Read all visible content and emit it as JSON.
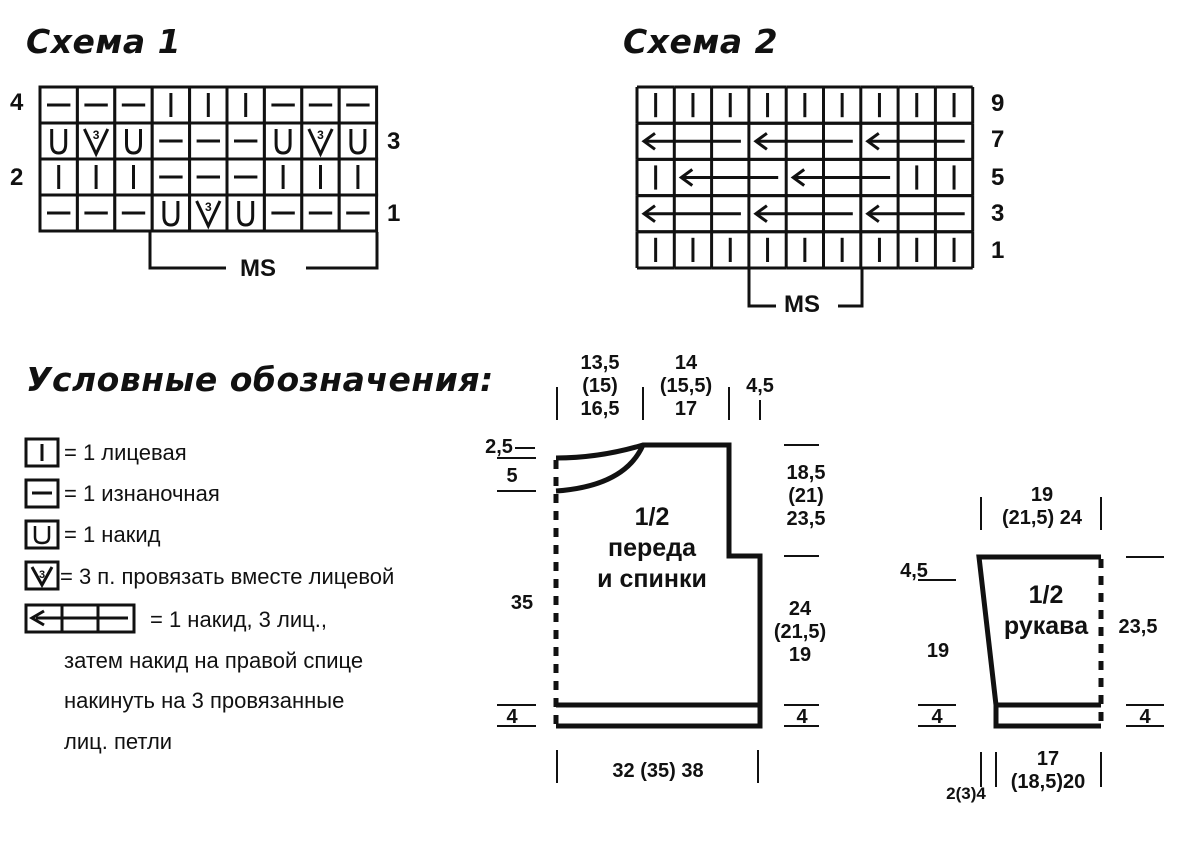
{
  "scheme1": {
    "title": "Схема 1",
    "row_numbers": [
      "4",
      "3",
      "2",
      "1"
    ],
    "rows": [
      [
        "P",
        "P",
        "P",
        "K",
        "K",
        "K",
        "P",
        "P",
        "P"
      ],
      [
        "Y",
        "D",
        "Y",
        "P",
        "P",
        "P",
        "Y",
        "D",
        "Y"
      ],
      [
        "K",
        "K",
        "K",
        "P",
        "P",
        "P",
        "K",
        "K",
        "K"
      ],
      [
        "P",
        "P",
        "P",
        "Y",
        "D",
        "Y",
        "P",
        "P",
        "P"
      ]
    ],
    "ms_label": "MS"
  },
  "scheme2": {
    "title": "Схема 2",
    "row_numbers": [
      "9",
      "7",
      "5",
      "3",
      "1"
    ],
    "ms_label": "MS"
  },
  "legend": {
    "title": "Условные обозначения:",
    "items": [
      {
        "icon": "knit-stitch-icon",
        "text": "= 1 лицевая"
      },
      {
        "icon": "purl-stitch-icon",
        "text": "= 1 изнаночная"
      },
      {
        "icon": "yarn-over-icon",
        "text": "= 1 накид"
      },
      {
        "icon": "k3tog-icon",
        "text": "= 3 п. провязать вместе лицевой"
      },
      {
        "icon": "arrow-group-icon",
        "text": "= 1 накид, 3 лиц.,"
      }
    ],
    "continuation": [
      "затем накид на правой спице",
      "накинуть на 3 провязанные",
      "лиц. петли"
    ]
  },
  "body_piece": {
    "label": [
      "1/2",
      "переда",
      "и спинки"
    ],
    "top_dims": [
      [
        "13,5",
        "(15)",
        "16,5"
      ],
      [
        "14",
        "(15,5)",
        "17"
      ],
      [
        "4,5"
      ]
    ],
    "neck_depth_a": "2,5",
    "neck_depth_b": "5",
    "armhole_height": [
      "18,5",
      "(21)",
      "23,5"
    ],
    "side_height": [
      "24",
      "(21,5)",
      "19"
    ],
    "total_height": "35",
    "hem_left": "4",
    "hem_right": "4",
    "width": "32 (35) 38"
  },
  "sleeve_piece": {
    "label": [
      "1/2",
      "рукава"
    ],
    "top_width": [
      "19",
      "(21,5) 24"
    ],
    "cap_offset": "4,5",
    "left_height": "19",
    "right_height": "23,5",
    "hem_left": "4",
    "hem_right": "4",
    "bottom_width": [
      "17",
      "(18,5)20"
    ],
    "bottom_offset": "2(3)4"
  }
}
